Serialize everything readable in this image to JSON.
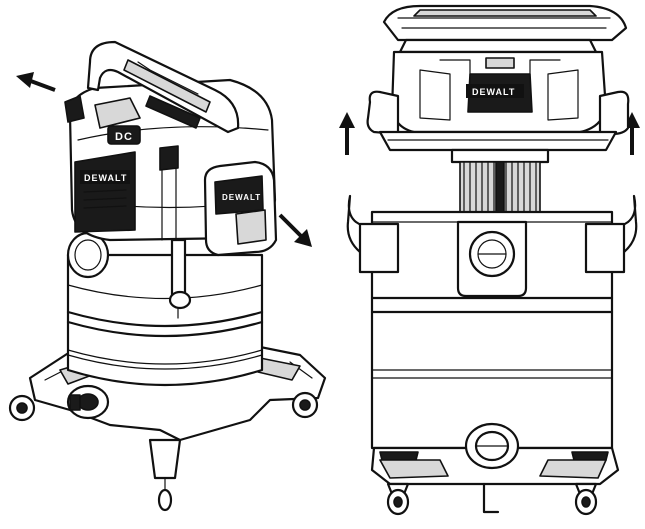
{
  "figure": {
    "left_view": {
      "brand_label": "DEWALT",
      "badge_label": "DC",
      "side_brand_label": "DEWALT"
    },
    "right_view": {
      "brand_label": "DEWALT"
    }
  },
  "colors": {
    "line": "#111111",
    "background": "#ffffff",
    "shade": "#d8d8d8"
  }
}
